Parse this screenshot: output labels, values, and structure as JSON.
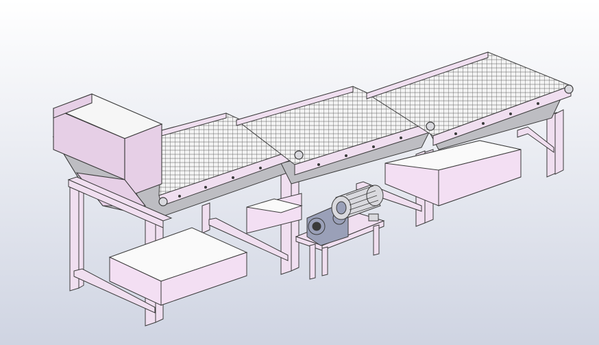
{
  "scene": {
    "subject": "",
    "colors": {
      "background_start": "#ffffff",
      "background_end": "#cfd4e2",
      "frame_fill": "#f0dff0",
      "frame_edge": "#3a3a3a",
      "hopper_fill": "#e6cfe6",
      "hopper_inner": "#f6f6f6",
      "pan_fill": "#bdbdc2",
      "belt_fill": "#f4f4f4",
      "belt_link": "#555555",
      "bin_fill": "#f3dff3",
      "bin_inner": "#fafafa",
      "motor_fill": "#d9d9de",
      "gearbox_fill": "#9aa0b8"
    },
    "components": [
      "feed-hopper",
      "conveyor-section-1",
      "conveyor-section-2",
      "conveyor-section-3",
      "collection-bin-1",
      "collection-bin-2",
      "collection-bin-3",
      "drive-motor",
      "gearbox",
      "motor-stand"
    ]
  }
}
